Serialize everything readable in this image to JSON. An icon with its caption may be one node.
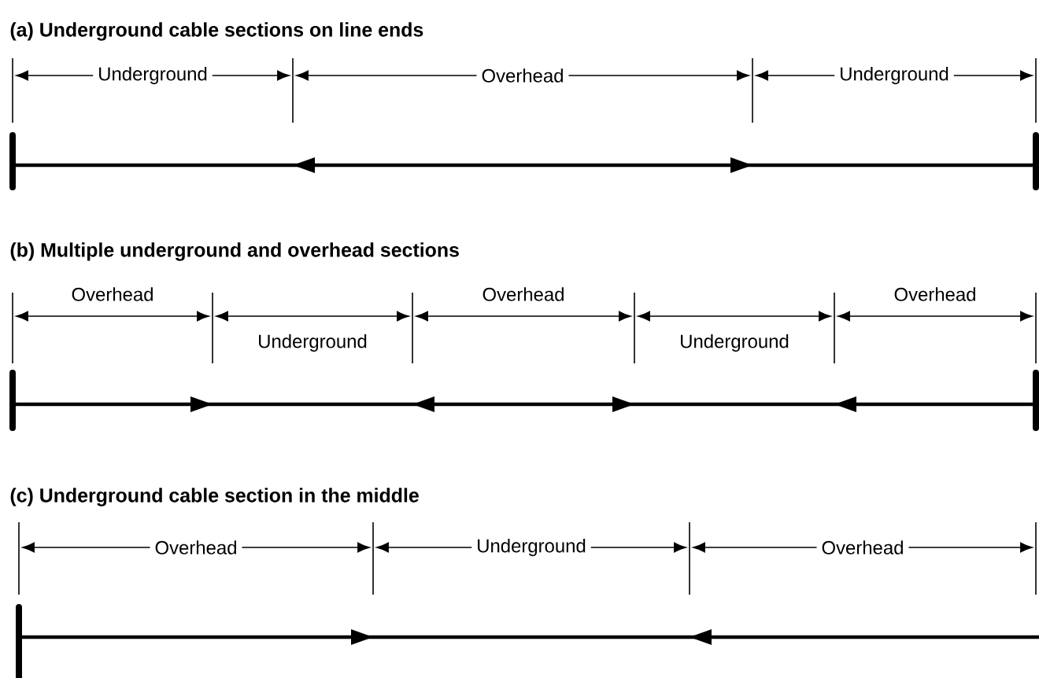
{
  "diagram": {
    "labels": [
      "(a) Underground cable sections on line ends",
      "Underground",
      "Overhead",
      "Underground",
      "(b) Multiple underground and overhead sections",
      "Overhead",
      "Underground",
      "Overhead",
      "Underground",
      "Overhead",
      "(c) Underground cable section in the middle",
      "Overhead",
      "Underground",
      "Overhead"
    ]
  }
}
